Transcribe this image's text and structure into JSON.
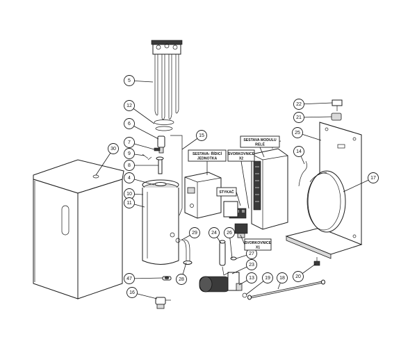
{
  "callouts": [
    {
      "id": "5",
      "text": "5"
    },
    {
      "id": "12",
      "text": "12"
    },
    {
      "id": "6",
      "text": "6"
    },
    {
      "id": "15",
      "text": "15"
    },
    {
      "id": "7",
      "text": "7"
    },
    {
      "id": "9",
      "text": "9"
    },
    {
      "id": "8",
      "text": "8"
    },
    {
      "id": "30",
      "text": "30"
    },
    {
      "id": "4",
      "text": "4"
    },
    {
      "id": "10",
      "text": "10"
    },
    {
      "id": "11",
      "text": "11"
    },
    {
      "id": "29",
      "text": "29"
    },
    {
      "id": "28",
      "text": "28"
    },
    {
      "id": "47",
      "text": "47"
    },
    {
      "id": "16",
      "text": "16"
    },
    {
      "id": "24",
      "text": "24"
    },
    {
      "id": "26",
      "text": "26"
    },
    {
      "id": "27",
      "text": "27"
    },
    {
      "id": "23",
      "text": "23"
    },
    {
      "id": "13",
      "text": "13"
    },
    {
      "id": "19",
      "text": "19"
    },
    {
      "id": "18",
      "text": "18"
    },
    {
      "id": "20",
      "text": "20"
    },
    {
      "id": "14",
      "text": "14"
    },
    {
      "id": "17",
      "text": "17"
    },
    {
      "id": "25",
      "text": "25"
    },
    {
      "id": "21",
      "text": "21"
    },
    {
      "id": "22",
      "text": "22"
    }
  ],
  "labels": {
    "control_unit": [
      "SESTAVA: ŘÍDICÍ",
      "JEDNOTKA"
    ],
    "terminal_x2": [
      "SVORKOVNICE",
      "X2"
    ],
    "relay_module": [
      "SESTAVA MODULU",
      "RELÉ"
    ],
    "contactor": [
      "STYKAČ"
    ],
    "terminal_x1": [
      "SVORKOVNICE",
      "X1"
    ]
  }
}
